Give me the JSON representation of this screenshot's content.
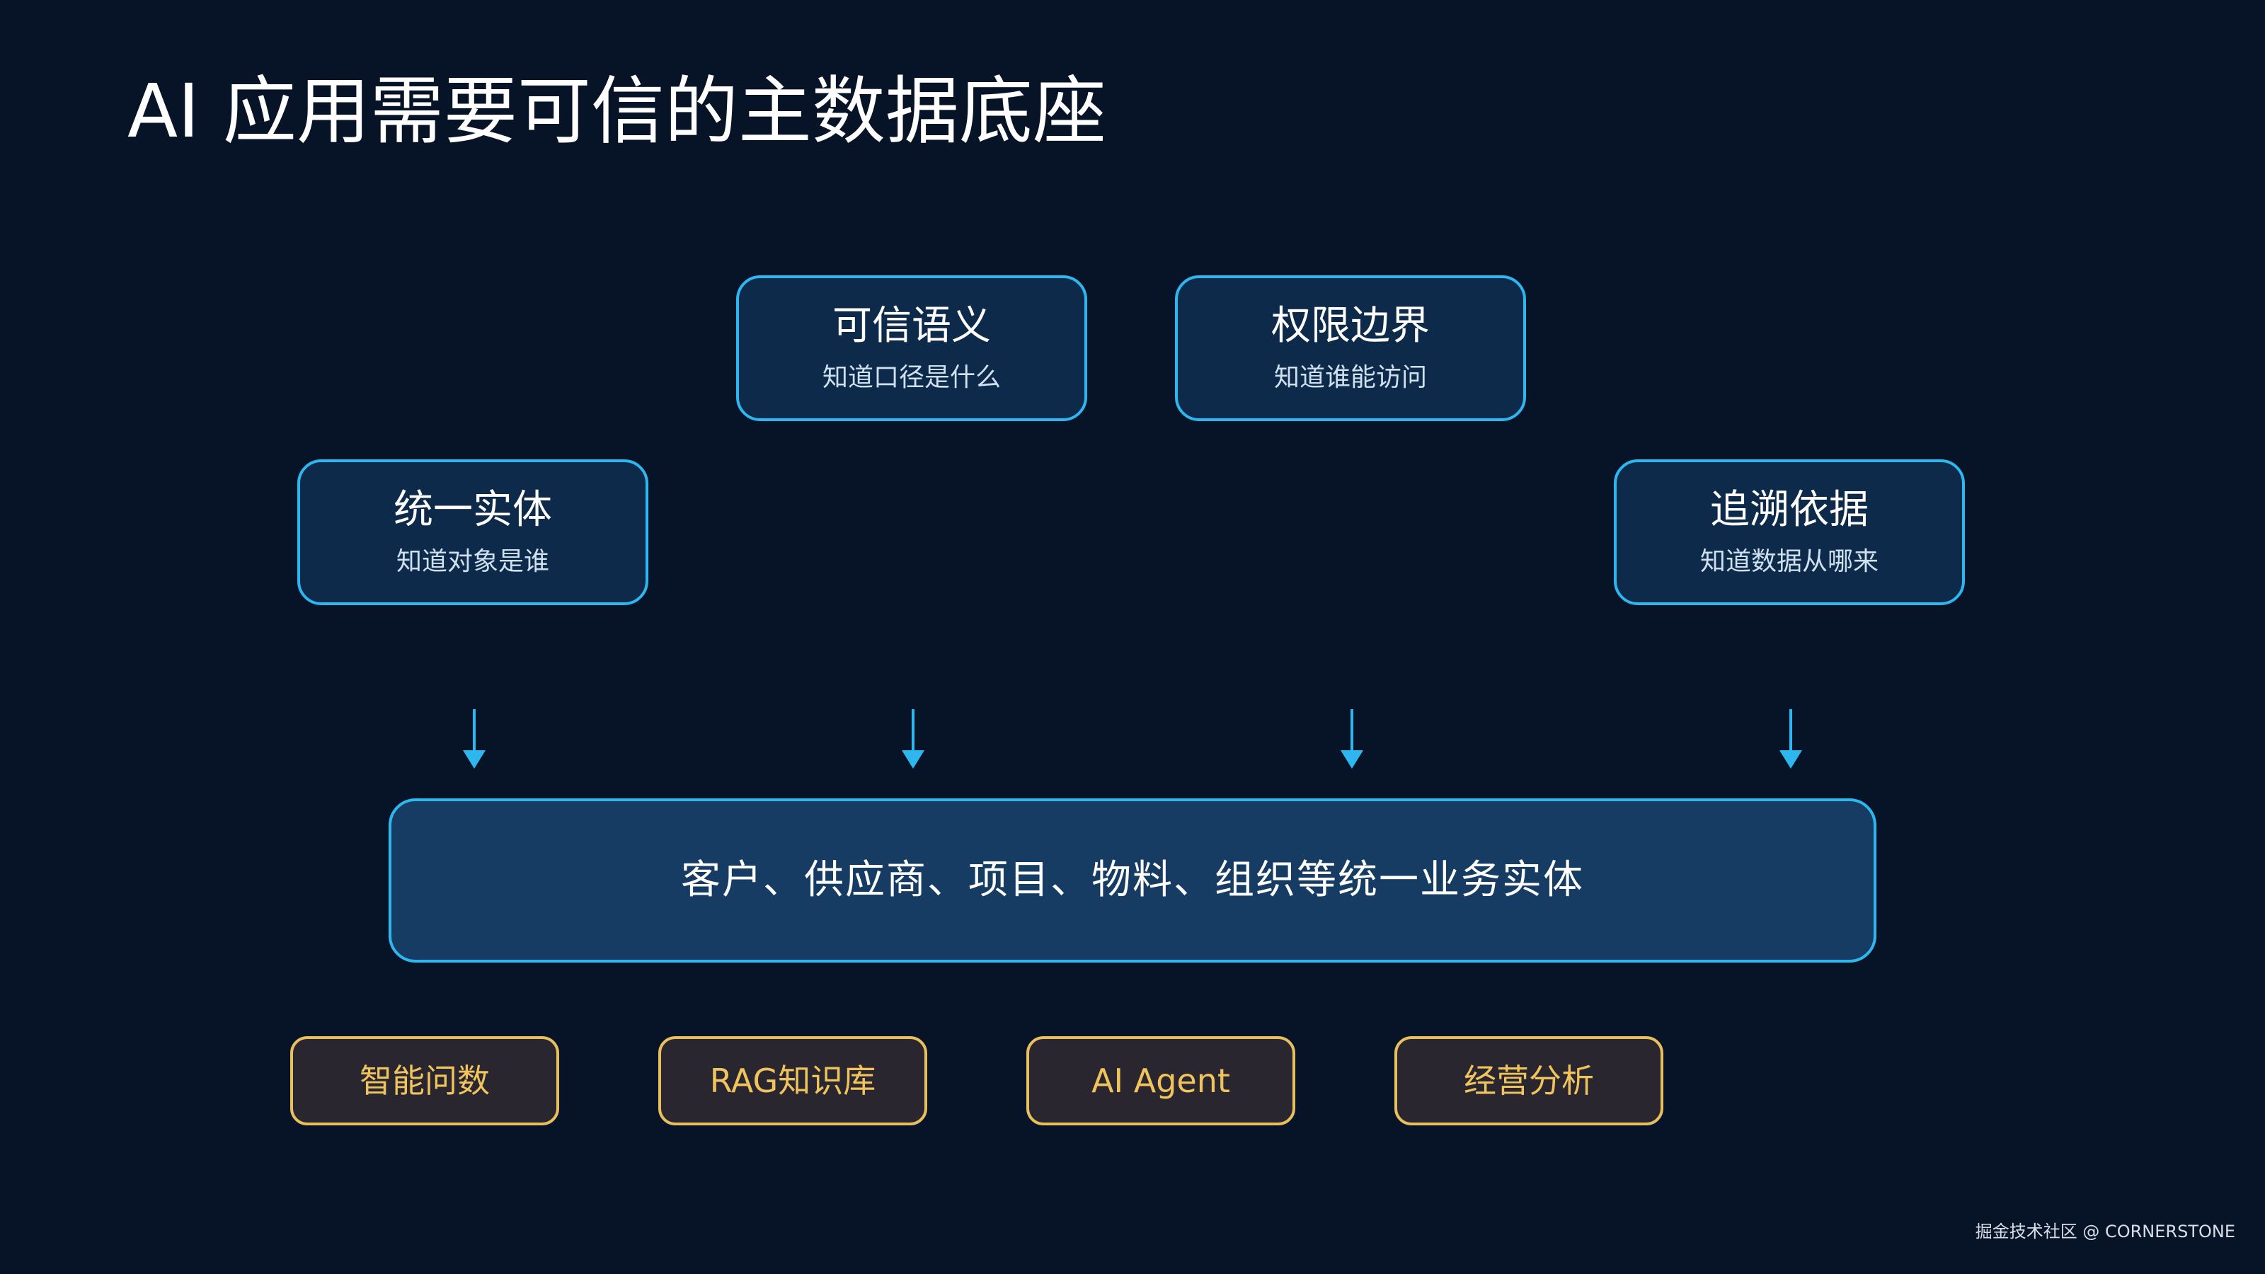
{
  "title": "AI 应用需要可信的主数据底座",
  "pillars": [
    {
      "title": "可信语义",
      "subtitle": "知道口径是什么"
    },
    {
      "title": "权限边界",
      "subtitle": "知道谁能访问"
    },
    {
      "title": "统一实体",
      "subtitle": "知道对象是谁"
    },
    {
      "title": "追溯依据",
      "subtitle": "知道数据从哪来"
    }
  ],
  "foundation": {
    "label": "客户、供应商、项目、物料、组织等统一业务实体"
  },
  "applications": [
    {
      "label": "智能问数"
    },
    {
      "label": "RAG知识库"
    },
    {
      "label": "AI Agent"
    },
    {
      "label": "经营分析"
    }
  ],
  "credit": "掘金技术社区 @ CORNERSTONE",
  "colors": {
    "background": "#071428",
    "pillar_border": "#2db7ee",
    "pillar_fill": "#0e2a4a",
    "foundation_fill": "#163c64",
    "arrow": "#2db7ee",
    "app_border": "#e8bf5d",
    "app_text": "#f0c45d",
    "app_fill": "#2a2630"
  },
  "icons": {
    "arrow": "arrow-down-icon"
  }
}
